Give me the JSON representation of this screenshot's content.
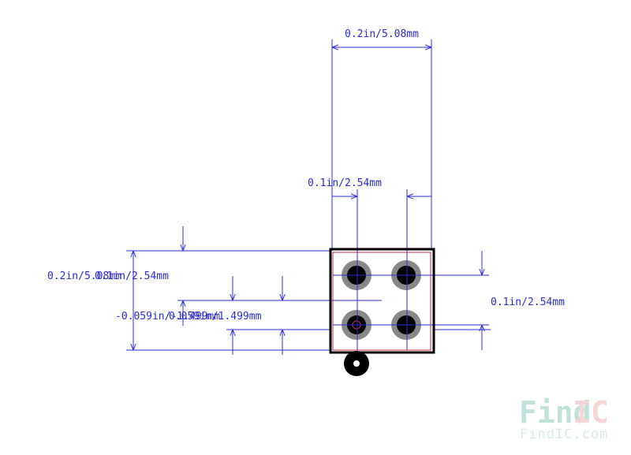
{
  "dimensions": {
    "top_width": "0.2in/5.08mm",
    "pitch_horizontal": "0.1in/2.54mm",
    "left_height_a": "0.2in/5.08mm",
    "left_height_b": "0.1in/2.54mm",
    "offset_a": "-0.059in/-1.499mm",
    "offset_b": "0.059in/1.499mm",
    "right_pitch": "0.1in/2.54mm"
  },
  "logo": {
    "main_a": "Find",
    "main_b": "IC",
    "sub": "FindIC.com"
  },
  "colors": {
    "dimension": "#2b2bd6",
    "outline": "#000000",
    "courtyard": "#c0304a",
    "pad_ring": "#888888",
    "hole": "#000000",
    "logo_a": "#bfe3d9",
    "logo_b": "#f6d6d6"
  }
}
